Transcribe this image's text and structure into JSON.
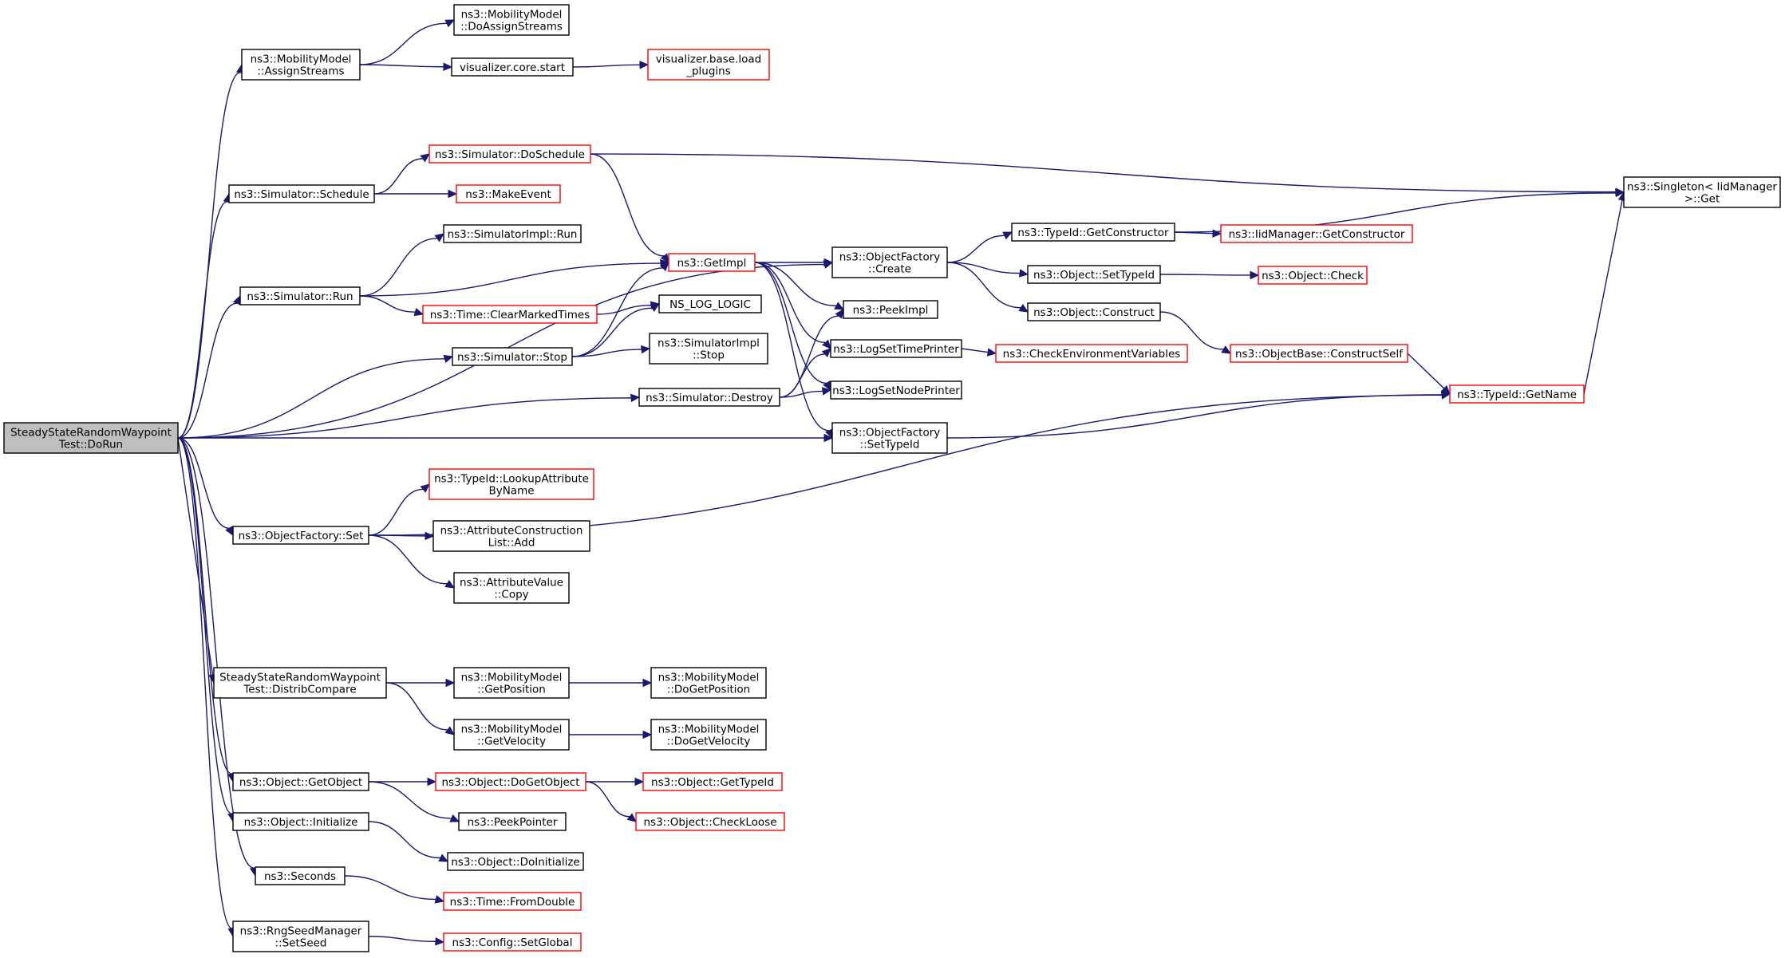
{
  "colors": {
    "edge": "#191970",
    "border_normal": "#000000",
    "border_truncated": "#ff0000",
    "root_fill": "#bfbfbf",
    "node_fill": "#ffffff"
  },
  "nodes": [
    {
      "id": "root",
      "lines": [
        "SteadyStateRandomWaypoint",
        "Test::DoRun"
      ],
      "style": "root"
    },
    {
      "id": "mm_assign",
      "lines": [
        "ns3::MobilityModel",
        "::AssignStreams"
      ],
      "style": "normal"
    },
    {
      "id": "mm_doassign",
      "lines": [
        "ns3::MobilityModel",
        "::DoAssignStreams"
      ],
      "style": "normal"
    },
    {
      "id": "viz_start",
      "lines": [
        "visualizer.core.start"
      ],
      "style": "normal"
    },
    {
      "id": "viz_load",
      "lines": [
        "visualizer.base.load",
        "_plugins"
      ],
      "style": "truncated"
    },
    {
      "id": "sim_dosched",
      "lines": [
        "ns3::Simulator::DoSchedule"
      ],
      "style": "truncated"
    },
    {
      "id": "sim_sched",
      "lines": [
        "ns3::Simulator::Schedule"
      ],
      "style": "normal"
    },
    {
      "id": "make_event",
      "lines": [
        "ns3::MakeEvent"
      ],
      "style": "truncated"
    },
    {
      "id": "simimpl_run",
      "lines": [
        "ns3::SimulatorImpl::Run"
      ],
      "style": "normal"
    },
    {
      "id": "getimpl",
      "lines": [
        "ns3::GetImpl"
      ],
      "style": "truncated"
    },
    {
      "id": "sim_run",
      "lines": [
        "ns3::Simulator::Run"
      ],
      "style": "normal"
    },
    {
      "id": "clear_marked",
      "lines": [
        "ns3::Time::ClearMarkedTimes"
      ],
      "style": "truncated"
    },
    {
      "id": "ns_log_logic",
      "lines": [
        "NS_LOG_LOGIC"
      ],
      "style": "normal"
    },
    {
      "id": "sim_stop",
      "lines": [
        "ns3::Simulator::Stop"
      ],
      "style": "normal"
    },
    {
      "id": "simimpl_stop",
      "lines": [
        "ns3::SimulatorImpl",
        "::Stop"
      ],
      "style": "normal"
    },
    {
      "id": "sim_destroy",
      "lines": [
        "ns3::Simulator::Destroy"
      ],
      "style": "normal"
    },
    {
      "id": "of_create",
      "lines": [
        "ns3::ObjectFactory",
        "::Create"
      ],
      "style": "normal"
    },
    {
      "id": "peekimpl",
      "lines": [
        "ns3::PeekImpl"
      ],
      "style": "normal"
    },
    {
      "id": "logsettime",
      "lines": [
        "ns3::LogSetTimePrinter"
      ],
      "style": "normal"
    },
    {
      "id": "logsetnode",
      "lines": [
        "ns3::LogSetNodePrinter"
      ],
      "style": "normal"
    },
    {
      "id": "of_settypeid",
      "lines": [
        "ns3::ObjectFactory",
        "::SetTypeId"
      ],
      "style": "normal"
    },
    {
      "id": "typeid_getctor",
      "lines": [
        "ns3::TypeId::GetConstructor"
      ],
      "style": "normal"
    },
    {
      "id": "obj_gettypeid_static",
      "lines": [
        "ns3::Object::SetTypeId"
      ],
      "style": "normal"
    },
    {
      "id": "obj_construct",
      "lines": [
        "ns3::Object::Construct"
      ],
      "style": "normal"
    },
    {
      "id": "iid_getctor",
      "lines": [
        "ns3::IidManager::GetConstructor"
      ],
      "style": "truncated"
    },
    {
      "id": "obj_check",
      "lines": [
        "ns3::Object::Check"
      ],
      "style": "truncated"
    },
    {
      "id": "check_env",
      "lines": [
        "ns3::CheckEnvironmentVariables"
      ],
      "style": "truncated"
    },
    {
      "id": "objbase_construct",
      "lines": [
        "ns3::ObjectBase::ConstructSelf"
      ],
      "style": "truncated"
    },
    {
      "id": "singleton_get",
      "lines": [
        "ns3::Singleton< IidManager",
        " >::Get"
      ],
      "style": "normal"
    },
    {
      "id": "typeid_getname",
      "lines": [
        "ns3::TypeId::GetName"
      ],
      "style": "truncated"
    },
    {
      "id": "of_set",
      "lines": [
        "ns3::ObjectFactory::Set"
      ],
      "style": "normal"
    },
    {
      "id": "typeid_lookup",
      "lines": [
        "ns3::TypeId::LookupAttribute",
        "ByName"
      ],
      "style": "truncated"
    },
    {
      "id": "acl_add",
      "lines": [
        "ns3::AttributeConstruction",
        "List::Add"
      ],
      "style": "normal"
    },
    {
      "id": "av_copy",
      "lines": [
        "ns3::AttributeValue",
        "::Copy"
      ],
      "style": "normal"
    },
    {
      "id": "distrib",
      "lines": [
        "SteadyStateRandomWaypoint",
        "Test::DistribCompare"
      ],
      "style": "normal"
    },
    {
      "id": "mm_getpos",
      "lines": [
        "ns3::MobilityModel",
        "::GetPosition"
      ],
      "style": "normal"
    },
    {
      "id": "mm_dogetpos",
      "lines": [
        "ns3::MobilityModel",
        "::DoGetPosition"
      ],
      "style": "normal"
    },
    {
      "id": "mm_getvel",
      "lines": [
        "ns3::MobilityModel",
        "::GetVelocity"
      ],
      "style": "normal"
    },
    {
      "id": "mm_dogetvel",
      "lines": [
        "ns3::MobilityModel",
        "::DoGetVelocity"
      ],
      "style": "normal"
    },
    {
      "id": "obj_getobject",
      "lines": [
        "ns3::Object::GetObject"
      ],
      "style": "normal"
    },
    {
      "id": "obj_dogetobject",
      "lines": [
        "ns3::Object::DoGetObject"
      ],
      "style": "truncated"
    },
    {
      "id": "obj_gettypeid",
      "lines": [
        "ns3::Object::GetTypeId"
      ],
      "style": "truncated"
    },
    {
      "id": "obj_checkloose",
      "lines": [
        "ns3::Object::CheckLoose"
      ],
      "style": "truncated"
    },
    {
      "id": "peekpointer",
      "lines": [
        "ns3::PeekPointer"
      ],
      "style": "normal"
    },
    {
      "id": "obj_init",
      "lines": [
        "ns3::Object::Initialize"
      ],
      "style": "normal"
    },
    {
      "id": "obj_doinit",
      "lines": [
        "ns3::Object::DoInitialize"
      ],
      "style": "normal"
    },
    {
      "id": "seconds",
      "lines": [
        "ns3::Seconds"
      ],
      "style": "normal"
    },
    {
      "id": "fromdouble",
      "lines": [
        "ns3::Time::FromDouble"
      ],
      "style": "truncated"
    },
    {
      "id": "rng_setseed",
      "lines": [
        "ns3::RngSeedManager",
        "::SetSeed"
      ],
      "style": "normal"
    },
    {
      "id": "config_setglobal",
      "lines": [
        "ns3::Config::SetGlobal"
      ],
      "style": "truncated"
    }
  ],
  "edges": [
    [
      "root",
      "mm_assign"
    ],
    [
      "root",
      "of_create"
    ],
    [
      "root",
      "sim_sched"
    ],
    [
      "root",
      "sim_run"
    ],
    [
      "root",
      "sim_stop"
    ],
    [
      "root",
      "sim_destroy"
    ],
    [
      "root",
      "of_settypeid"
    ],
    [
      "root",
      "of_set"
    ],
    [
      "root",
      "distrib"
    ],
    [
      "root",
      "obj_getobject"
    ],
    [
      "root",
      "obj_init"
    ],
    [
      "root",
      "seconds"
    ],
    [
      "root",
      "rng_setseed"
    ],
    [
      "mm_assign",
      "mm_doassign"
    ],
    [
      "mm_assign",
      "viz_start"
    ],
    [
      "viz_start",
      "viz_load"
    ],
    [
      "sim_sched",
      "sim_dosched"
    ],
    [
      "sim_sched",
      "make_event"
    ],
    [
      "sim_dosched",
      "singleton_get"
    ],
    [
      "sim_dosched",
      "getimpl"
    ],
    [
      "sim_run",
      "simimpl_run"
    ],
    [
      "sim_run",
      "getimpl"
    ],
    [
      "sim_run",
      "clear_marked"
    ],
    [
      "clear_marked",
      "ns_log_logic"
    ],
    [
      "sim_stop",
      "getimpl"
    ],
    [
      "sim_stop",
      "ns_log_logic"
    ],
    [
      "sim_stop",
      "simimpl_stop"
    ],
    [
      "sim_destroy",
      "peekimpl"
    ],
    [
      "sim_destroy",
      "logsettime"
    ],
    [
      "sim_destroy",
      "logsetnode"
    ],
    [
      "getimpl",
      "of_create"
    ],
    [
      "getimpl",
      "peekimpl"
    ],
    [
      "getimpl",
      "logsettime"
    ],
    [
      "getimpl",
      "logsetnode"
    ],
    [
      "getimpl",
      "of_settypeid"
    ],
    [
      "of_create",
      "typeid_getctor"
    ],
    [
      "of_create",
      "obj_gettypeid_static"
    ],
    [
      "of_create",
      "obj_construct"
    ],
    [
      "typeid_getctor",
      "singleton_get"
    ],
    [
      "typeid_getctor",
      "iid_getctor"
    ],
    [
      "obj_gettypeid_static",
      "obj_check"
    ],
    [
      "obj_construct",
      "objbase_construct"
    ],
    [
      "objbase_construct",
      "typeid_getname"
    ],
    [
      "typeid_getname",
      "singleton_get"
    ],
    [
      "logsettime",
      "check_env"
    ],
    [
      "of_settypeid",
      "typeid_getname"
    ],
    [
      "of_set",
      "typeid_lookup"
    ],
    [
      "of_set",
      "acl_add"
    ],
    [
      "of_set",
      "av_copy"
    ],
    [
      "of_set",
      "typeid_getname"
    ],
    [
      "distrib",
      "mm_getpos"
    ],
    [
      "distrib",
      "mm_getvel"
    ],
    [
      "mm_getpos",
      "mm_dogetpos"
    ],
    [
      "mm_getvel",
      "mm_dogetvel"
    ],
    [
      "obj_getobject",
      "obj_dogetobject"
    ],
    [
      "obj_getobject",
      "peekpointer"
    ],
    [
      "obj_dogetobject",
      "obj_gettypeid"
    ],
    [
      "obj_dogetobject",
      "obj_checkloose"
    ],
    [
      "obj_init",
      "obj_doinit"
    ],
    [
      "seconds",
      "fromdouble"
    ],
    [
      "rng_setseed",
      "config_setglobal"
    ]
  ]
}
